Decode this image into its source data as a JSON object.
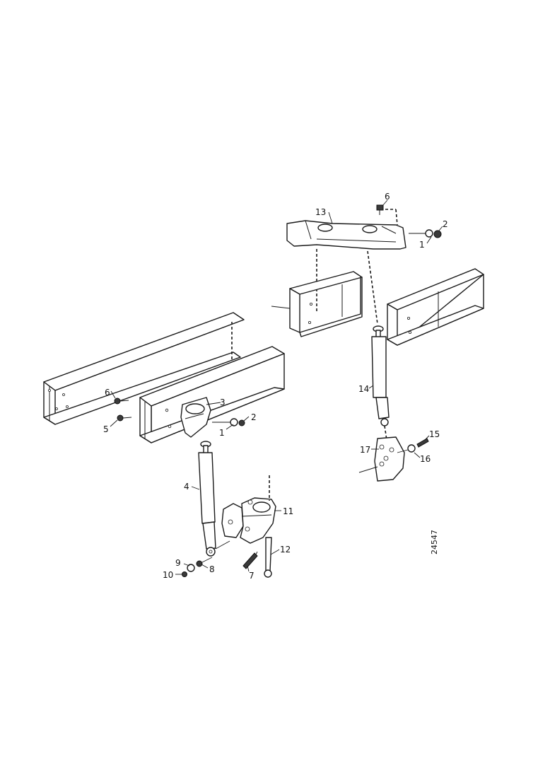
{
  "diagram": {
    "callouts": {
      "c1a": "1",
      "c2a": "2",
      "c3": "3",
      "c4": "4",
      "c5": "5",
      "c6a": "6",
      "c7": "7",
      "c8": "8",
      "c9": "9",
      "c10": "10",
      "c11": "11",
      "c12": "12",
      "c13": "13",
      "c6b": "6",
      "c1b": "1",
      "c2b": "2",
      "c14": "14",
      "c15": "15",
      "c16": "16",
      "c17": "17"
    },
    "reference_number": "24547"
  }
}
